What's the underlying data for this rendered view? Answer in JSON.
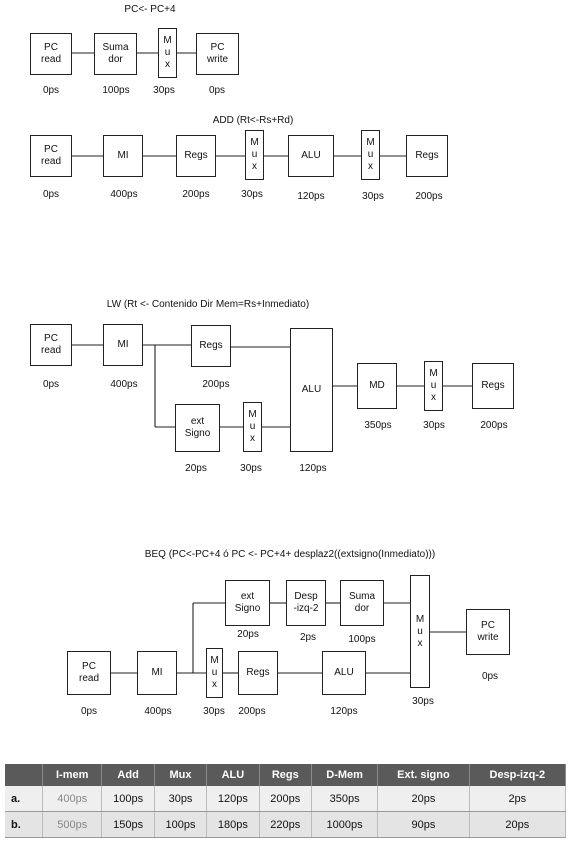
{
  "sections": {
    "pc": {
      "title": "PC<- PC+4",
      "blocks": [
        {
          "id": "pc_read",
          "label": "PC\nread",
          "latency": "0ps"
        },
        {
          "id": "sumador",
          "label": "Suma\ndor",
          "latency": "100ps"
        },
        {
          "id": "mux",
          "label": "M\nu\nx",
          "latency": "30ps"
        },
        {
          "id": "pc_write",
          "label": "PC\nwrite",
          "latency": "0ps"
        }
      ]
    },
    "add": {
      "title": "ADD (Rt<-Rs+Rd)",
      "blocks": [
        {
          "id": "pc_read",
          "label": "PC\nread",
          "latency": "0ps"
        },
        {
          "id": "mi",
          "label": "MI",
          "latency": "400ps"
        },
        {
          "id": "regs1",
          "label": "Regs",
          "latency": "200ps"
        },
        {
          "id": "mux1",
          "label": "M\nu\nx",
          "latency": "30ps"
        },
        {
          "id": "alu",
          "label": "ALU",
          "latency": "120ps"
        },
        {
          "id": "mux2",
          "label": "M\nu\nx",
          "latency": "30ps"
        },
        {
          "id": "regs2",
          "label": "Regs",
          "latency": "200ps"
        }
      ]
    },
    "lw": {
      "title": "LW (Rt <- Contenido Dir Mem=Rs+Inmediato)",
      "blocks": [
        {
          "id": "pc_read",
          "label": "PC\nread",
          "latency": "0ps"
        },
        {
          "id": "mi",
          "label": "MI",
          "latency": "400ps"
        },
        {
          "id": "regs1",
          "label": "Regs",
          "latency": "200ps"
        },
        {
          "id": "ext",
          "label": "ext\nSigno",
          "latency": "20ps"
        },
        {
          "id": "mux1",
          "label": "M\nu\nx",
          "latency": "30ps"
        },
        {
          "id": "alu",
          "label": "ALU",
          "latency": "120ps"
        },
        {
          "id": "md",
          "label": "MD",
          "latency": "350ps"
        },
        {
          "id": "mux2",
          "label": "M\nu\nx",
          "latency": "30ps"
        },
        {
          "id": "regs2",
          "label": "Regs",
          "latency": "200ps"
        }
      ]
    },
    "beq": {
      "title": "BEQ  (PC<-PC+4 ó PC <- PC+4+ desplaz2((extsigno(Inmediato)))",
      "blocks": [
        {
          "id": "pc_read",
          "label": "PC\nread",
          "latency": "0ps"
        },
        {
          "id": "mi",
          "label": "MI",
          "latency": "400ps"
        },
        {
          "id": "mux1",
          "label": "M\nu\nx",
          "latency": "30ps"
        },
        {
          "id": "regs",
          "label": "Regs",
          "latency": "200ps"
        },
        {
          "id": "alu",
          "label": "ALU",
          "latency": "120ps"
        },
        {
          "id": "ext",
          "label": "ext\nSigno",
          "latency": "20ps"
        },
        {
          "id": "desp",
          "label": "Desp\n-izq-2",
          "latency": "2ps"
        },
        {
          "id": "sumador",
          "label": "Suma\ndor",
          "latency": "100ps"
        },
        {
          "id": "mux2",
          "label": "M\nu\nx",
          "latency": "30ps"
        },
        {
          "id": "pc_write",
          "label": "PC\nwrite",
          "latency": "0ps"
        }
      ]
    }
  },
  "table": {
    "headers": [
      "",
      "I-mem",
      "Add",
      "Mux",
      "ALU",
      "Regs",
      "D-Mem",
      "Ext. signo",
      "Desp-izq-2"
    ],
    "rows": [
      [
        "a.",
        "400ps",
        "100ps",
        "30ps",
        "120ps",
        "200ps",
        "350ps",
        "20ps",
        "2ps"
      ],
      [
        "b.",
        "500ps",
        "150ps",
        "100ps",
        "180ps",
        "220ps",
        "1000ps",
        "90ps",
        "20ps"
      ]
    ]
  }
}
